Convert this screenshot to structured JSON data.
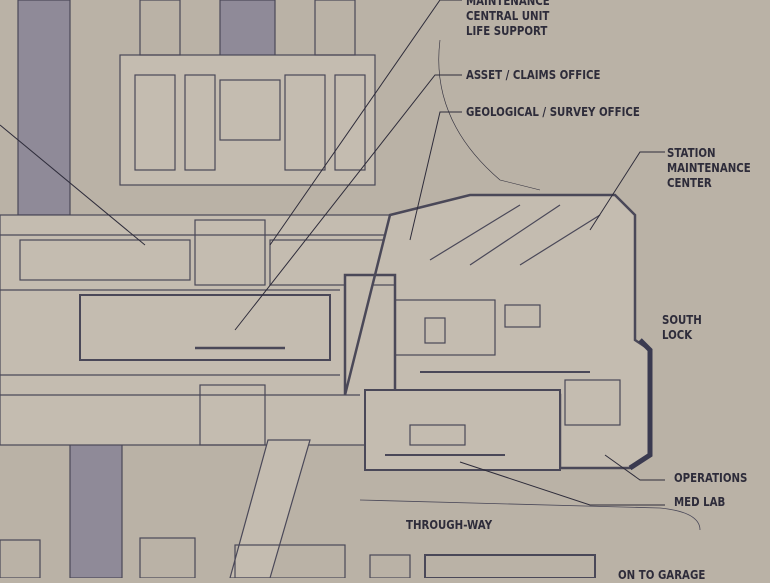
{
  "colors": {
    "paper": "#bab2a6",
    "ink": "#2e2c3a",
    "line": "#4a4858",
    "room_fill": "#c4bcb0"
  },
  "labels": {
    "maintenance": [
      "MAINTENANCE",
      "CENTRAL UNIT",
      "LIFE SUPPORT"
    ],
    "asset_claims": "ASSET / CLAIMS OFFICE",
    "geological": "GEOLOGICAL / SURVEY OFFICE",
    "station_maintenance": [
      "STATION",
      "MAINTENANCE",
      "CENTER"
    ],
    "south_lock": [
      "SOUTH",
      "LOCK"
    ],
    "operations": "OPERATIONS",
    "med_lab": "MED LAB",
    "through_way": "THROUGH-WAY",
    "garage": "ON TO GARAGE"
  }
}
